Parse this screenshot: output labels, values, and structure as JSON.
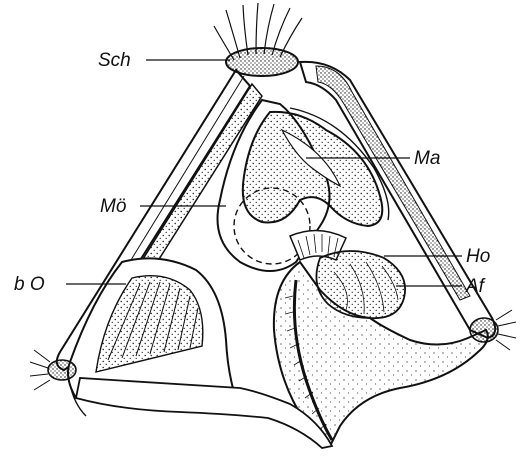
{
  "figure": {
    "labels": {
      "sch": "Sch",
      "ma": "Ma",
      "moe": "Mö",
      "ho": "Ho",
      "af": "Af",
      "bo": "b O"
    },
    "colors": {
      "ink": "#111111",
      "paper": "#ffffff"
    }
  }
}
